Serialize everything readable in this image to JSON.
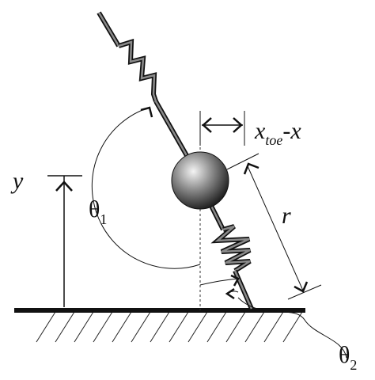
{
  "labels": {
    "y": "y",
    "theta1": "θ",
    "theta1_sub": "1",
    "xtoe": "x",
    "xtoe_sub": "toe",
    "xtoe_tail": "-x",
    "r": "r",
    "theta2": "θ",
    "theta2_sub": "2"
  },
  "colors": {
    "ink": "#111111",
    "spring_fill": "#8a8a8a",
    "mass_highlight": "#f2f2f2",
    "mass_shadow": "#1a1a1a"
  }
}
